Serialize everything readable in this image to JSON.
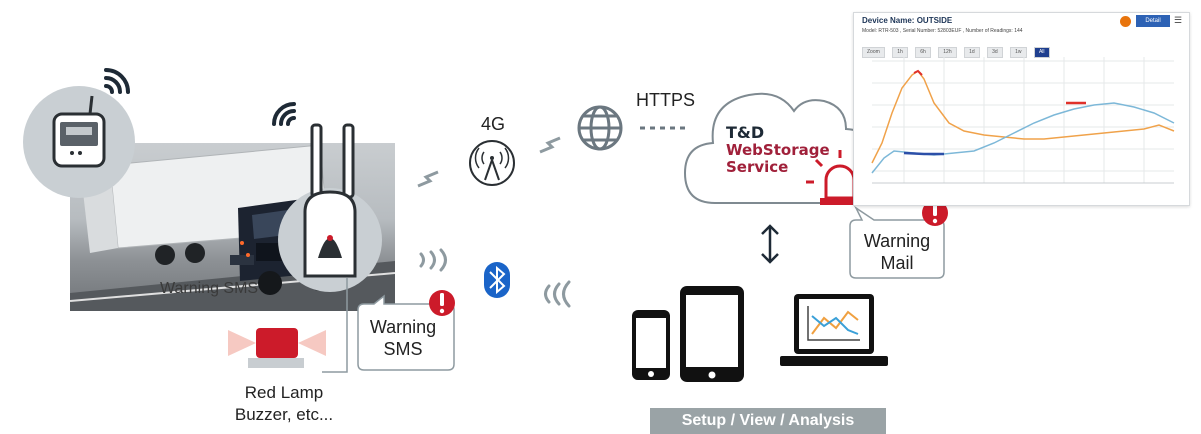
{
  "photo": {
    "overlay_text": "Warning SMS"
  },
  "lamp": {
    "label_line1": "Red Lamp",
    "label_line2": "Buzzer, etc..."
  },
  "bubble_left": {
    "line1": "Warning",
    "line2": "SMS"
  },
  "bubble_right": {
    "line1": "Warning",
    "line2": "Mail"
  },
  "network": {
    "cellular_label": "4G",
    "protocol_label": "HTTPS"
  },
  "cloud": {
    "brand_line1": "T&D",
    "brand_line2": "WebStorage",
    "brand_line3": "Service"
  },
  "footer": {
    "label": "Setup / View / Analysis"
  },
  "screenshot_panel": {
    "title": "Device Name: OUTSIDE",
    "subtitle": "Model: RTR-503 , Serial Number: 52803EUF , Number of Readings: 144",
    "action_button": "Detail",
    "zoom_label": "Zoom",
    "zoom_buttons": [
      "1h",
      "6h",
      "12h",
      "1d",
      "3d",
      "1w",
      "All"
    ],
    "active_zoom": "All"
  },
  "colors": {
    "accent_red": "#cc1b2a",
    "icon_gray": "#6b7780",
    "brand_red": "#a0203a",
    "bluetooth_blue": "#1a64c8",
    "bubble_border": "#8e9aa0",
    "cloud_border": "#7f8a91",
    "footer_bg": "#9aa3a6"
  },
  "icons": [
    "data-logger-icon",
    "wifi-signal-icon",
    "gateway-device-icon",
    "cell-tower-icon",
    "globe-icon",
    "cloud-icon",
    "alarm-lamp-icon",
    "exclamation-icon",
    "bluetooth-icon",
    "smartphone-icon",
    "tablet-icon",
    "laptop-chart-icon",
    "up-down-arrow-icon",
    "red-beacon-lamp-icon"
  ]
}
